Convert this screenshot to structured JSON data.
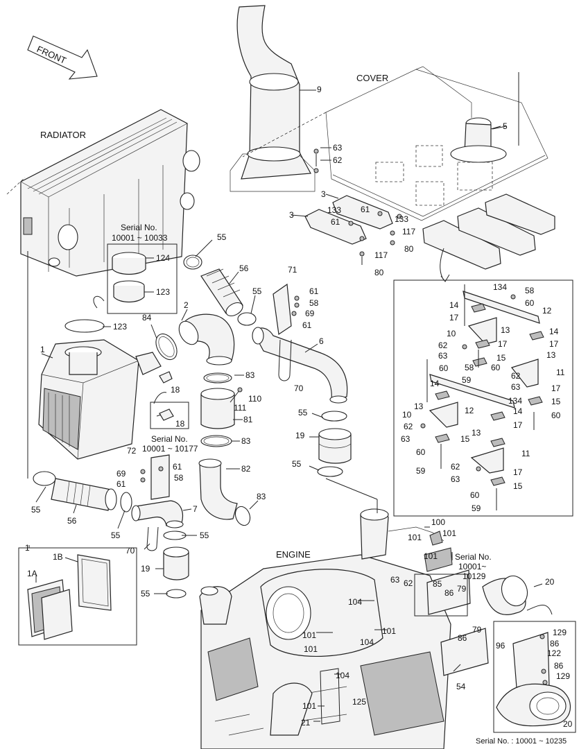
{
  "front_label": "FRONT",
  "section_labels": {
    "radiator": "RADIATOR",
    "cover": "COVER",
    "engine": "ENGINE"
  },
  "serial_notes": [
    {
      "title": "Serial No.",
      "range": "10001 ~ 10033"
    },
    {
      "title": "Serial No.",
      "range": "10001 ~ 10177"
    },
    {
      "title": "Serial No.",
      "range": "10001~",
      "range2": "10129"
    }
  ],
  "footer_serial": "Serial No. : 10001 ~ 10235",
  "callouts": [
    "9",
    "5",
    "63",
    "62",
    "3",
    "3",
    "133",
    "61",
    "133",
    "61",
    "117",
    "80",
    "117",
    "80",
    "55",
    "56",
    "55",
    "71",
    "61",
    "58",
    "69",
    "61",
    "6",
    "2",
    "84",
    "1",
    "18",
    "123",
    "124",
    "123",
    "83",
    "110",
    "111",
    "81",
    "83",
    "82",
    "83",
    "72",
    "61",
    "58",
    "69",
    "61",
    "55",
    "56",
    "55",
    "7",
    "70",
    "55",
    "19",
    "55",
    "18",
    "55",
    "19",
    "55",
    "70",
    "134",
    "58",
    "60",
    "12",
    "14",
    "17",
    "10",
    "13",
    "14",
    "17",
    "62",
    "17",
    "63",
    "15",
    "13",
    "60",
    "58",
    "60",
    "11",
    "14",
    "62",
    "59",
    "63",
    "17",
    "15",
    "13",
    "134",
    "12",
    "60",
    "10",
    "14",
    "17",
    "62",
    "63",
    "15",
    "13",
    "60",
    "62",
    "11",
    "17",
    "59",
    "63",
    "15",
    "60",
    "59",
    "100",
    "101",
    "101",
    "101",
    "63",
    "62",
    "20",
    "85",
    "86",
    "79",
    "104",
    "104",
    "101",
    "101",
    "104",
    "101",
    "125",
    "21",
    "86",
    "79",
    "54",
    "101",
    "129",
    "86",
    "96",
    "122",
    "86",
    "129",
    "20",
    "1",
    "1B",
    "1A"
  ]
}
